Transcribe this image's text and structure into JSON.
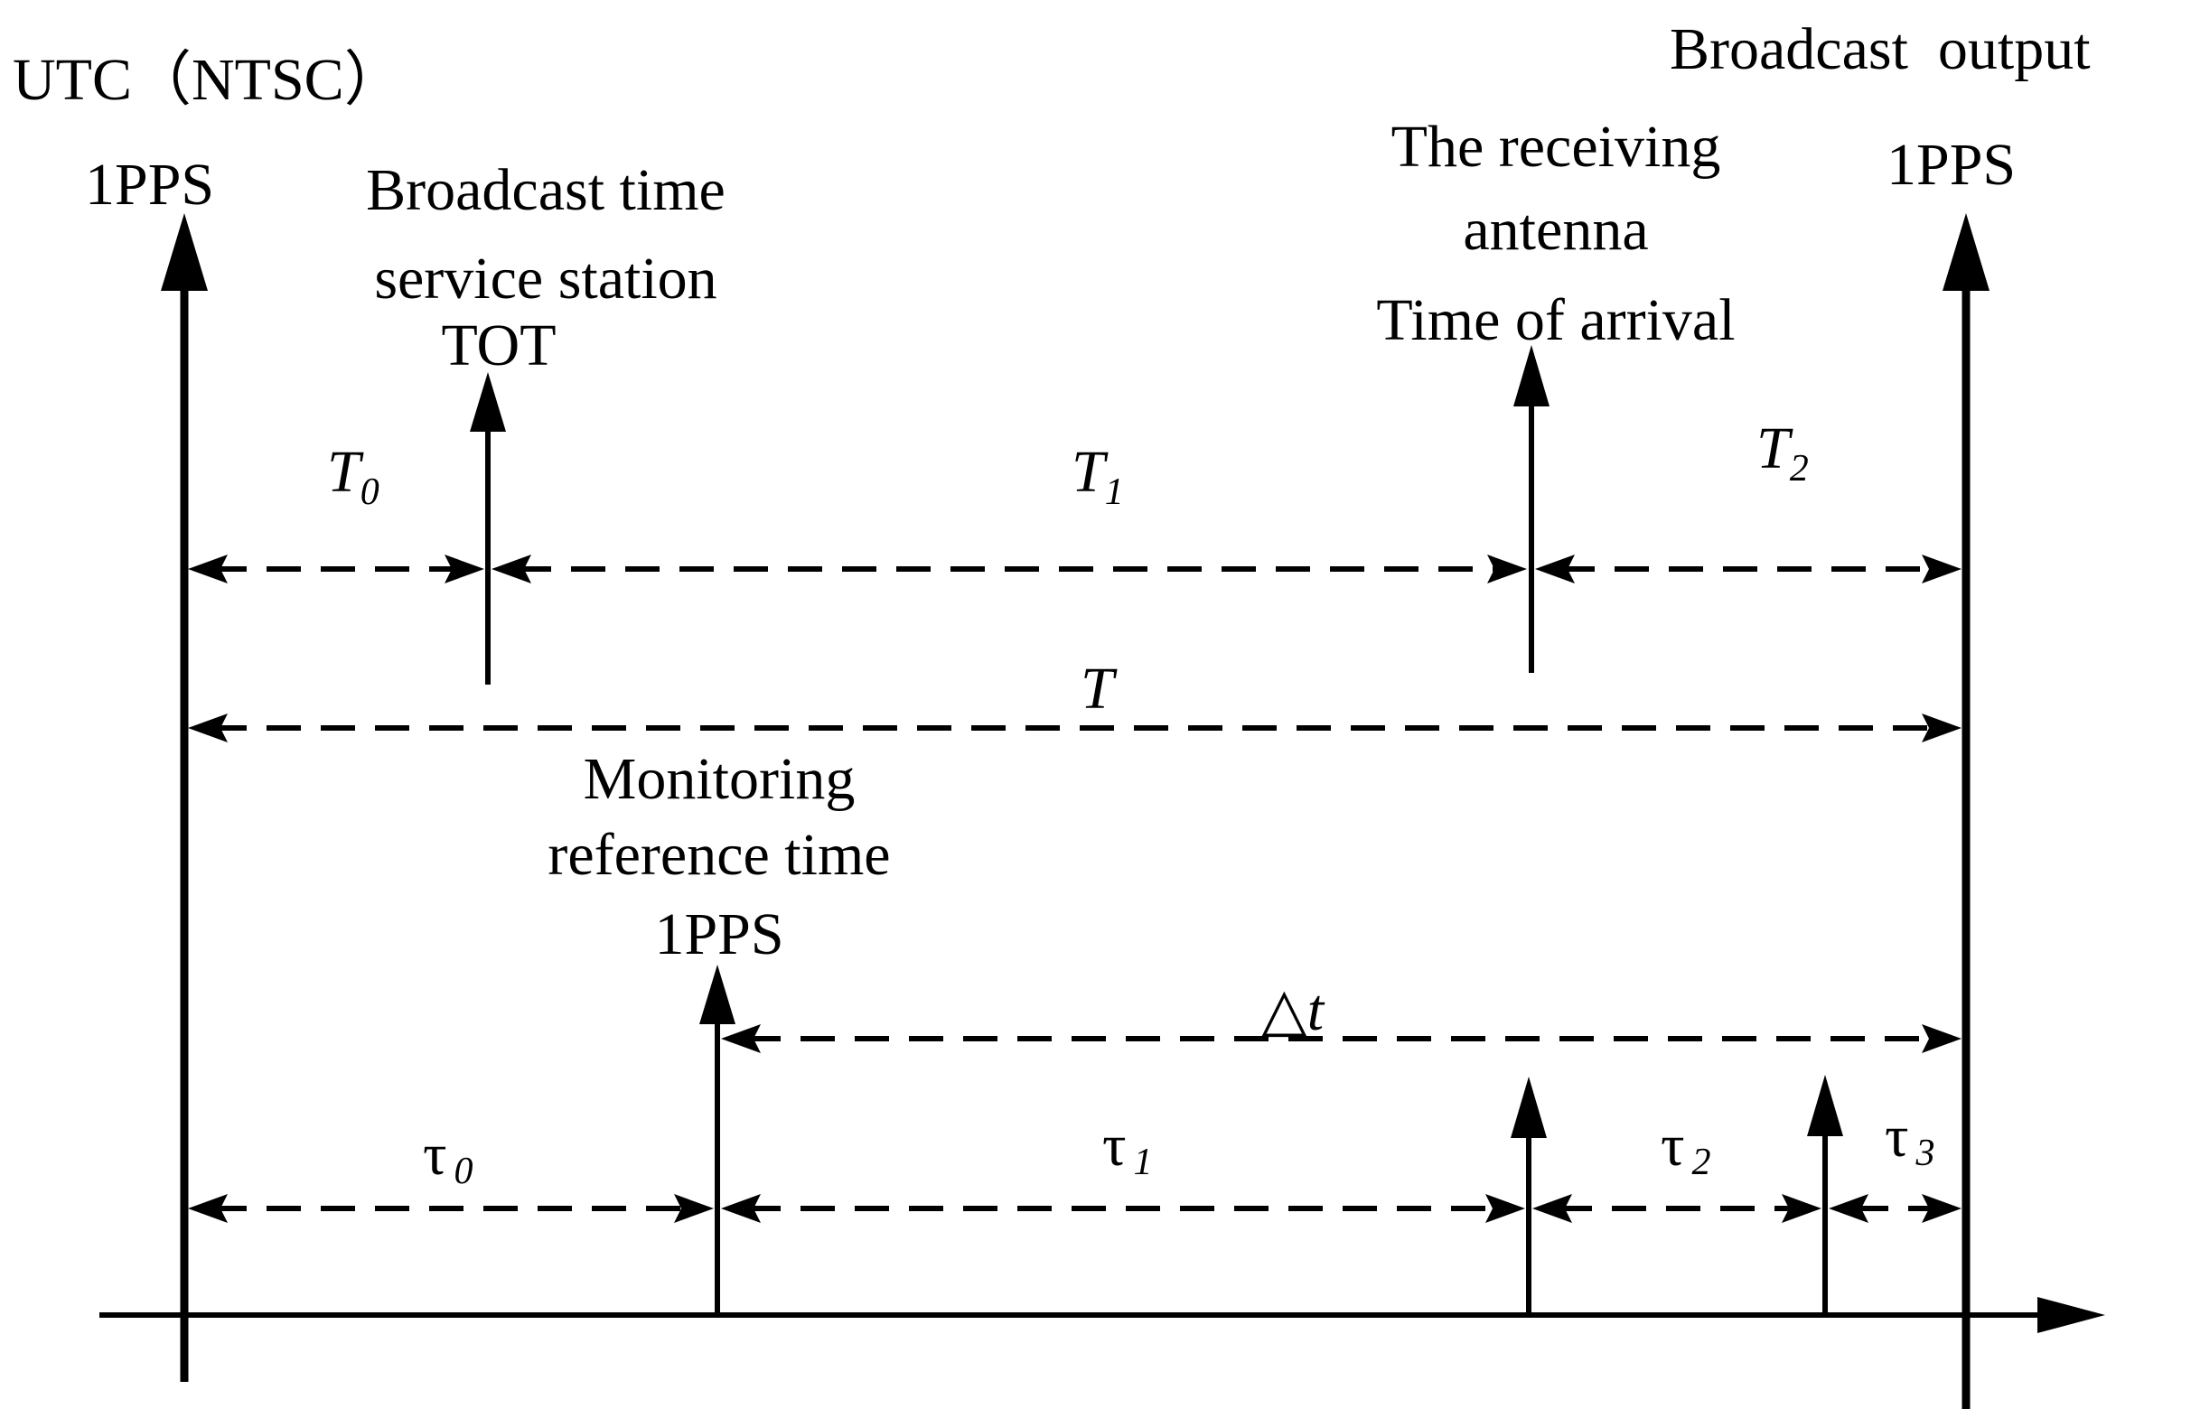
{
  "labels": {
    "utc": "UTC（NTSC）",
    "utc_pps": "1PPS",
    "broadcast_output": "Broadcast  output",
    "broadcast_pps": "1PPS",
    "station_line1": "Broadcast time",
    "station_line2": "service station",
    "station_line3": "TOT",
    "antenna_line1": "The receiving",
    "antenna_line2": "antenna",
    "antenna_line3": "Time of arrival",
    "monitor_line1": "Monitoring",
    "monitor_line2": "reference time",
    "monitor_line3": "1PPS"
  },
  "intervals": {
    "T0": {
      "base": "T",
      "sub": "0"
    },
    "T1": {
      "base": "T",
      "sub": "1"
    },
    "T2": {
      "base": "T",
      "sub": "2"
    },
    "T": {
      "base": "T"
    },
    "dt": "△t",
    "tau0": {
      "base": "τ",
      "sub": "0"
    },
    "tau1": {
      "base": "τ",
      "sub": "1"
    },
    "tau2": {
      "base": "τ",
      "sub": "2"
    },
    "tau3": {
      "base": "τ",
      "sub": "3"
    }
  }
}
